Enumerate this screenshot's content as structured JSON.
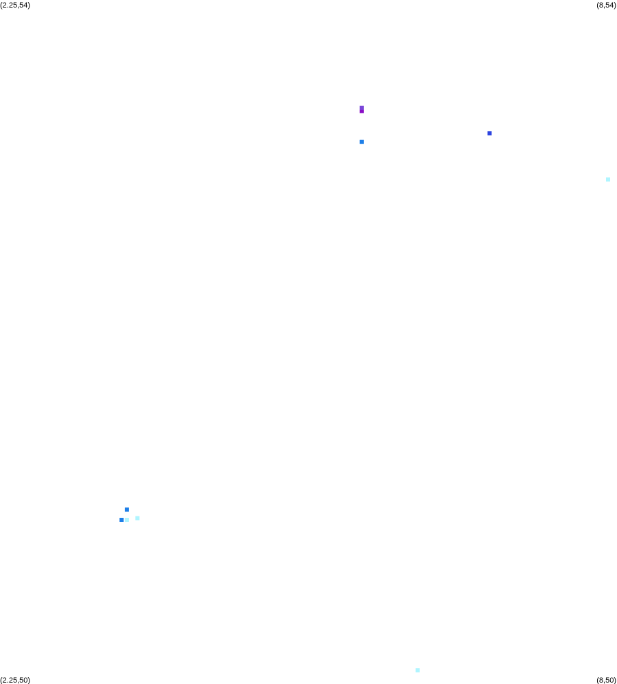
{
  "chart_data": {
    "type": "scatter",
    "title": "",
    "xlabel": "",
    "ylabel": "",
    "xlim": [
      2.25,
      8
    ],
    "ylim": [
      50,
      54
    ],
    "grid": false,
    "legend": "none",
    "corner_labels": {
      "top_left": "(2.25,54)",
      "top_right": "(8,54)",
      "bottom_left": "(2.25,50)",
      "bottom_right": "(8,50)"
    },
    "points": [
      {
        "x": 6.88,
        "y": 53.22,
        "color": "#2d44e0"
      },
      {
        "x": 5.67,
        "y": 53.17,
        "color": "#1e7fe8"
      },
      {
        "x": 5.67,
        "y": 53.35,
        "color": "#8a0ec6"
      },
      {
        "x": 5.67,
        "y": 53.37,
        "color": "#7a46d8"
      },
      {
        "x": 8.0,
        "y": 52.95,
        "color": "#aff5ff"
      },
      {
        "x": 3.4,
        "y": 50.96,
        "color": "#1e7fe8"
      },
      {
        "x": 3.45,
        "y": 51.02,
        "color": "#1e7fe8"
      },
      {
        "x": 3.45,
        "y": 50.96,
        "color": "#aff5ff"
      },
      {
        "x": 3.55,
        "y": 50.97,
        "color": "#aff5ff"
      },
      {
        "x": 6.2,
        "y": 50.08,
        "color": "#aff5ff"
      }
    ]
  }
}
